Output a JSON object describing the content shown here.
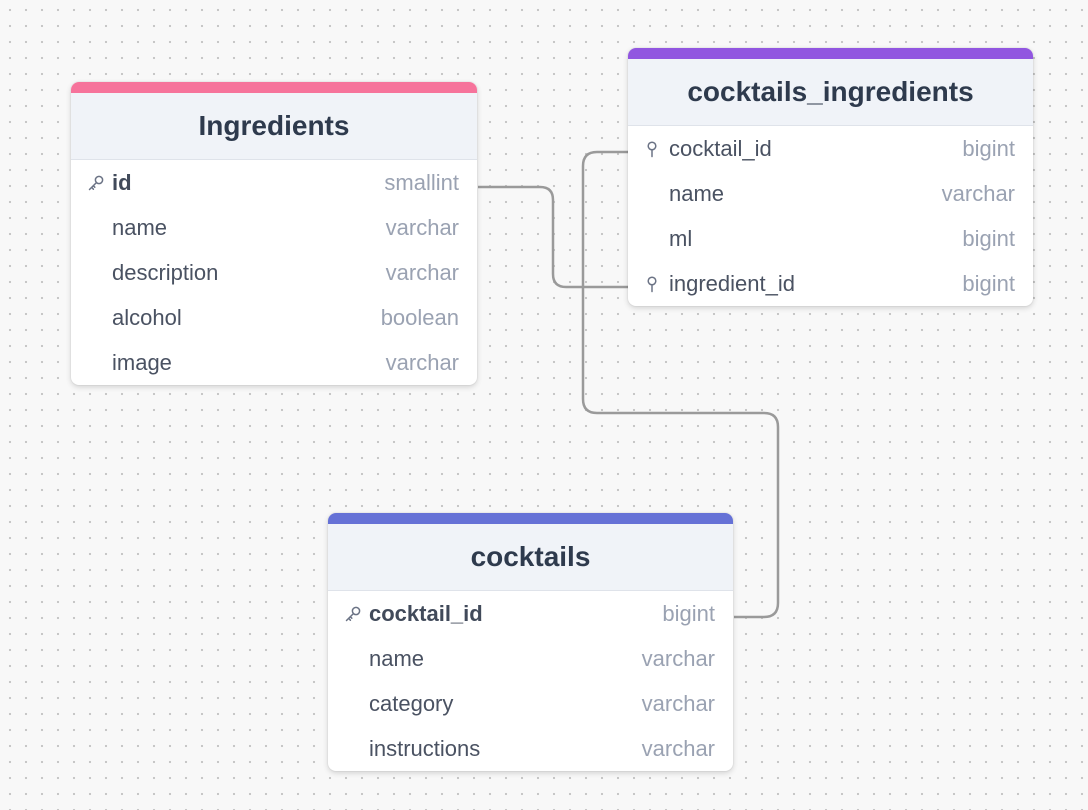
{
  "tables": {
    "ingredients": {
      "name": "Ingredients",
      "accent": "#f6739b",
      "columns": [
        {
          "name": "id",
          "type": "smallint"
        },
        {
          "name": "name",
          "type": "varchar"
        },
        {
          "name": "description",
          "type": "varchar"
        },
        {
          "name": "alcohol",
          "type": "boolean"
        },
        {
          "name": "image",
          "type": "varchar"
        }
      ]
    },
    "cocktails_ingredients": {
      "name": "cocktails_ingredients",
      "accent": "#9156e0",
      "columns": [
        {
          "name": "cocktail_id",
          "type": "bigint"
        },
        {
          "name": "name",
          "type": "varchar"
        },
        {
          "name": "ml",
          "type": "bigint"
        },
        {
          "name": "ingredient_id",
          "type": "bigint"
        }
      ]
    },
    "cocktails": {
      "name": "cocktails",
      "accent": "#6571d6",
      "columns": [
        {
          "name": "cocktail_id",
          "type": "bigint"
        },
        {
          "name": "name",
          "type": "varchar"
        },
        {
          "name": "category",
          "type": "varchar"
        },
        {
          "name": "instructions",
          "type": "varchar"
        }
      ]
    }
  },
  "icons": {
    "primary_key": "key-icon",
    "foreign_key": "pin-icon"
  },
  "relations": [
    {
      "from": "ingredients.id",
      "to": "cocktails_ingredients.ingredient_id"
    },
    {
      "from": "cocktails.cocktail_id",
      "to": "cocktails_ingredients.cocktail_id"
    }
  ]
}
